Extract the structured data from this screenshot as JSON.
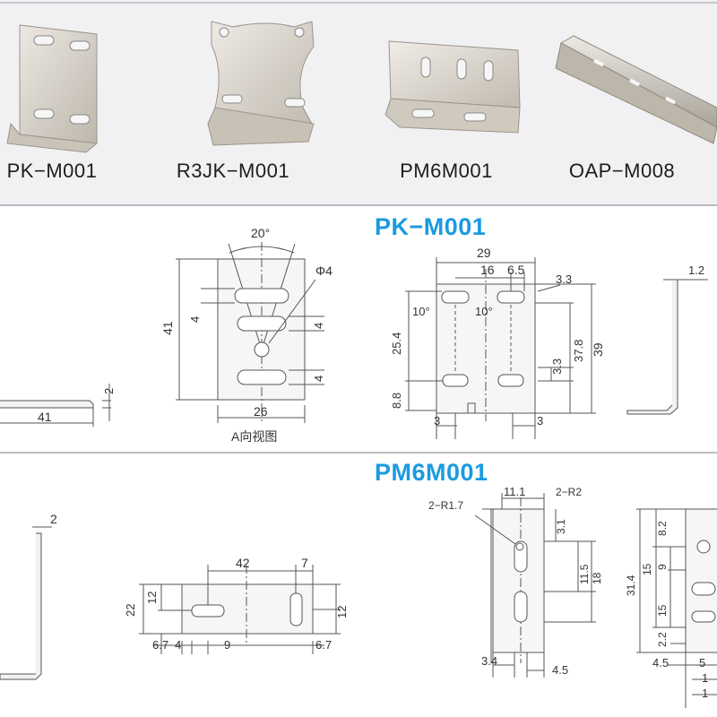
{
  "products": [
    {
      "name": "PK-M001",
      "label": "PK−M001"
    },
    {
      "name": "R3JK-M001",
      "label": "R3JK−M001"
    },
    {
      "name": "PM6M001",
      "label": "PM6M001"
    },
    {
      "name": "OAP-M008",
      "label": "OAP−M008"
    }
  ],
  "sections": {
    "pk": {
      "title": "PK−M001"
    },
    "pm6": {
      "title": "PM6M001"
    }
  },
  "pk_dims": {
    "angle": "20°",
    "phi": "Φ4",
    "h41": "41",
    "four_a": "4",
    "four_b": "4",
    "four_c": "4",
    "w26": "26",
    "view": "A向视图",
    "w41": "41",
    "two": "2",
    "w29": "29",
    "w16": "16",
    "w65": "6.5",
    "d33a": "3.3",
    "ang10a": "10°",
    "ang10b": "10°",
    "d254": "25.4",
    "d378": "37.8",
    "d39": "39",
    "d33b": "3.3",
    "d88": "8.8",
    "d3a": "3",
    "d3b": "3",
    "d12": "1.2"
  },
  "pm6_dims": {
    "two": "2",
    "w42": "42",
    "w7": "7",
    "h22": "22",
    "h12a": "12",
    "h12b": "12",
    "d67a": "6.7",
    "d4": "4",
    "d9": "9",
    "d67b": "6.7",
    "d111": "11.1",
    "r17": "2−R1.7",
    "r2": "2−R2",
    "d31": "3.1",
    "d115": "11.5",
    "d18": "18",
    "d34": "3.4",
    "d45a": "4.5",
    "d314": "31.4",
    "d82": "8.2",
    "d15": "15",
    "d9b": "9",
    "d15b": "15",
    "d22": "2.2",
    "d45b": "4.5",
    "d5": "5",
    "d1a": "1",
    "d1b": "1"
  },
  "colors": {
    "accent": "#1a9be0",
    "band": "#f1f1f3",
    "metal": "#d9d4cc",
    "line": "#555555"
  }
}
